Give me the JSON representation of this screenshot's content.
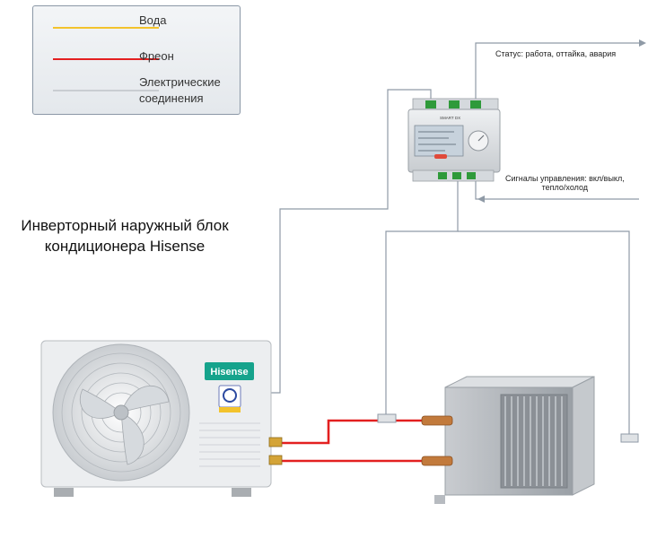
{
  "legend": {
    "items": [
      {
        "label": "Вода",
        "color": "#f3c32c"
      },
      {
        "label": "Фреон",
        "color": "#e32020"
      },
      {
        "label": "Электрические соединения",
        "color": "#c9cdd2"
      }
    ]
  },
  "title": {
    "line1": "Инверторный наружный блок",
    "line2": "кондиционера Hisense"
  },
  "status_note": "Статус: работа, оттайка, авария",
  "control_note": {
    "line1": "Сигналы управления: вкл/выкл,",
    "line2": "тепло/холод"
  },
  "outdoor_unit": {
    "brand": "Hisense"
  },
  "controller": {
    "model": "SMART DX"
  },
  "colors": {
    "wire": "#8f9aa6",
    "freon": "#e32020",
    "unit_body": "#eceef0",
    "brand": "#16a38c"
  }
}
